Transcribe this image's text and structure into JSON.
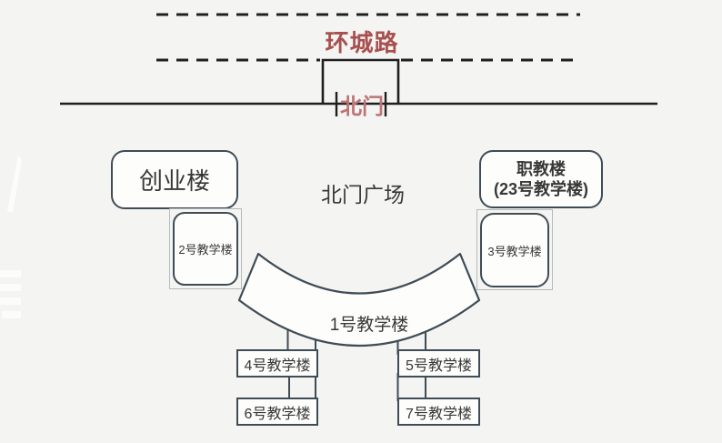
{
  "colors": {
    "background": "#f4f4f2",
    "shape_fill": "#fdfdfc",
    "shape_border": "#3f4c55",
    "road_line": "#1f1f1f",
    "ring_road_label_color": "#a85050",
    "north_gate_label_color": "#bd7373",
    "label_color": "#383838",
    "selection_border": "#b5babd"
  },
  "ring_road": {
    "label": "环城路"
  },
  "north_gate": {
    "label": "北门"
  },
  "plaza": {
    "label": "北门广场"
  },
  "buildings": {
    "chuangye_lou": {
      "label": "创业楼"
    },
    "zhijiao_lou": {
      "line1": "职教楼",
      "line2": "(23号教学楼)"
    },
    "teaching_1": {
      "label": "1号教学楼"
    },
    "teaching_2": {
      "label": "2号教学楼"
    },
    "teaching_3": {
      "label": "3号教学楼"
    },
    "teaching_4": {
      "label": "4号教学楼"
    },
    "teaching_5": {
      "label": "5号教学楼"
    },
    "teaching_6": {
      "label": "6号教学楼"
    },
    "teaching_7": {
      "label": "7号教学楼"
    }
  }
}
